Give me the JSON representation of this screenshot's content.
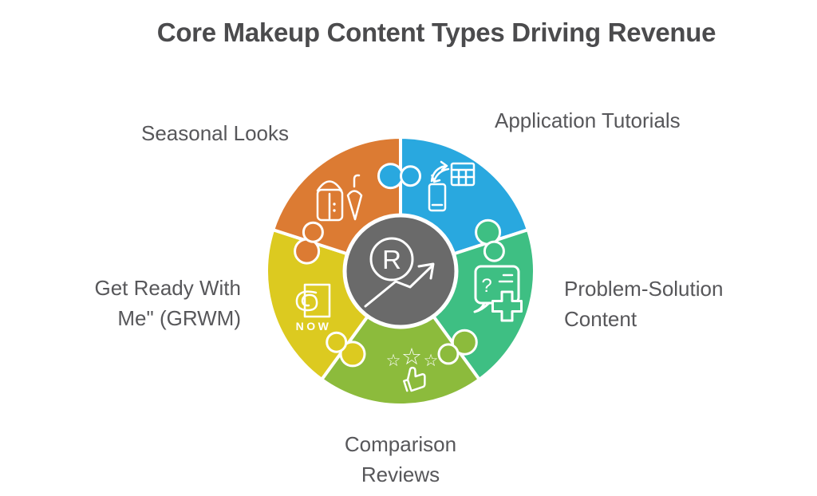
{
  "title": "Core Makeup Content Types Driving Revenue",
  "center": {
    "letter": "R",
    "icon": "registered-trend-arrow-icon",
    "color": "#6A6A6A"
  },
  "glyphs": {
    "star": "☆",
    "question": "?"
  },
  "segments": [
    {
      "id": "application-tutorials",
      "label": "Application Tutorials",
      "color": "#29A8DF",
      "icon": "phone-table-sync-icon"
    },
    {
      "id": "problem-solution-content",
      "label": "Problem-Solution\nContent",
      "color": "#3EBF83",
      "icon": "question-bubble-plus-icon"
    },
    {
      "id": "comparison-reviews",
      "label": "Comparison\nReviews",
      "color": "#8CBB3C",
      "icon": "stars-thumbs-up-icon"
    },
    {
      "id": "get-ready-with-me",
      "label": "Get Ready With\nMe\" (GRWM)",
      "color": "#DCCA20",
      "icon": "spiral-now-icon",
      "icon_text": "NOW"
    },
    {
      "id": "seasonal-looks",
      "label": "Seasonal Looks",
      "color": "#DC7B33",
      "icon": "raincoat-umbrella-icon"
    }
  ]
}
